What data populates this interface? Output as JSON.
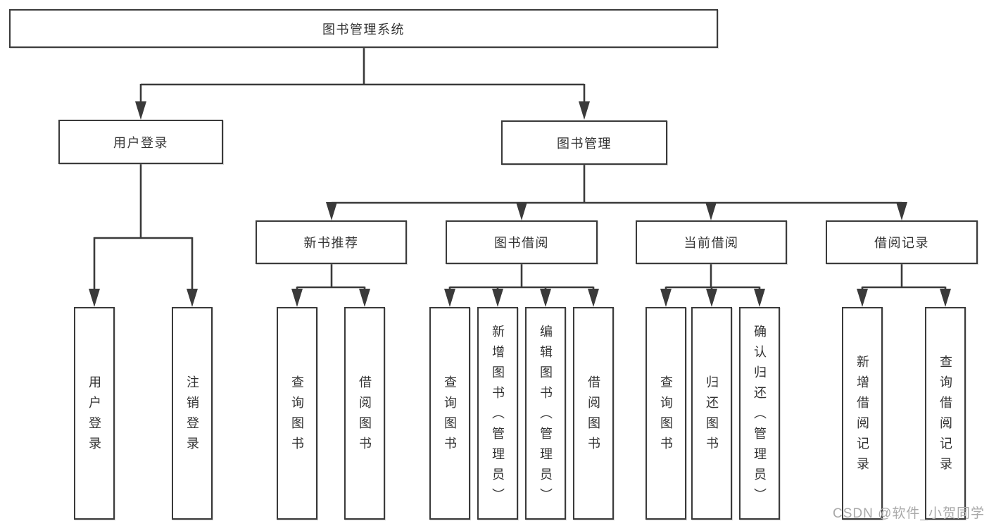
{
  "tree": {
    "root": "图书管理系统",
    "branches": [
      {
        "label": "用户登录",
        "children": [
          "用户登录",
          "注销登录"
        ]
      },
      {
        "label": "图书管理",
        "children": [
          {
            "label": "新书推荐",
            "children": [
              "查询图书",
              "借阅图书"
            ]
          },
          {
            "label": "图书借阅",
            "children": [
              "查询图书",
              "新增图书（管理员）",
              "编辑图书（管理员）",
              "借阅图书"
            ]
          },
          {
            "label": "当前借阅",
            "children": [
              "查询图书",
              "归还图书",
              "确认归还（管理员）"
            ]
          },
          {
            "label": "借阅记录",
            "children": [
              "新增借阅记录",
              "查询借阅记录"
            ]
          }
        ]
      }
    ]
  },
  "watermark": "CSDN @软件_小贺同学",
  "colors": {
    "line": "#3a3a3a",
    "box_border": "#3a3a3a",
    "text": "#333333",
    "watermark": "#a9a9a9",
    "background": "#ffffff"
  }
}
